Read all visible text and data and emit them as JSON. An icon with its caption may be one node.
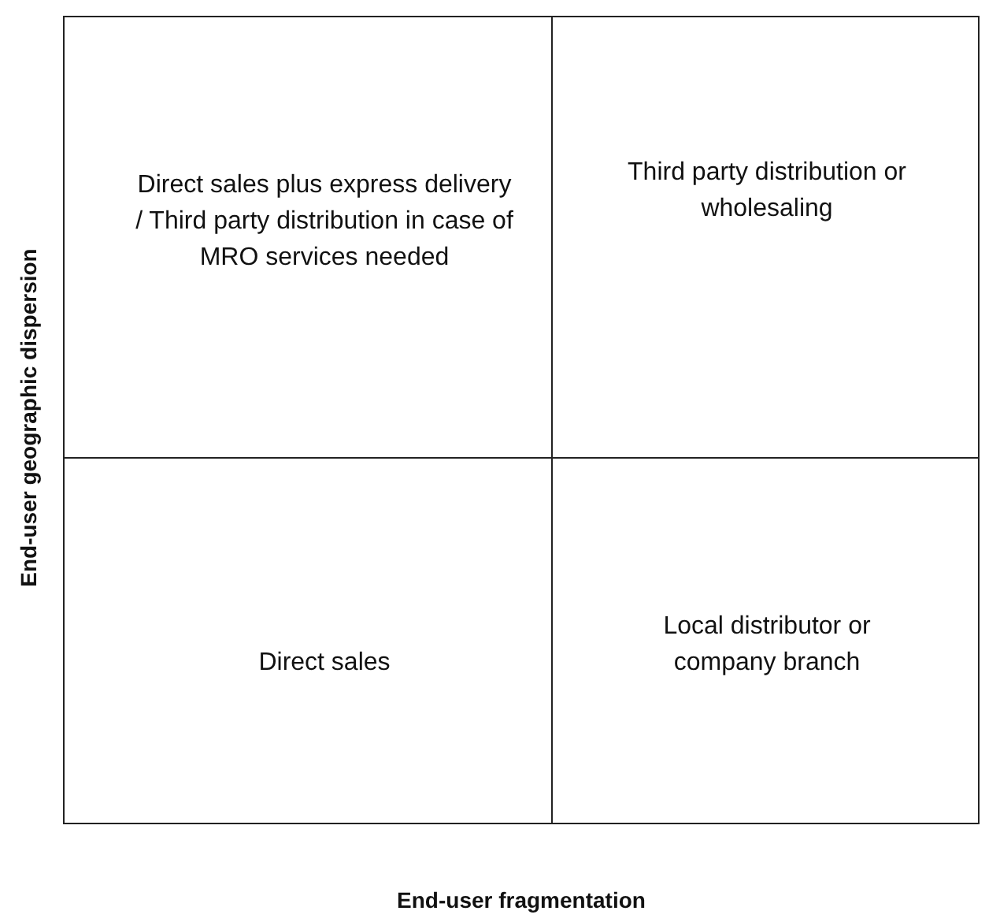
{
  "diagram": {
    "nodes": [
      {
        "text": [
          "Direct sales plus express delivery / Third party distribution in case of MRO services needed"
        ]
      },
      {
        "text": [
          "Third party distribution or wholesaling"
        ]
      },
      {
        "text": [
          "Direct sales"
        ]
      },
      {
        "text": [
          "Local distributor or company branch"
        ]
      }
    ],
    "labels": [
      "End-user geographic dispersion",
      "End-user fragmentation"
    ]
  }
}
